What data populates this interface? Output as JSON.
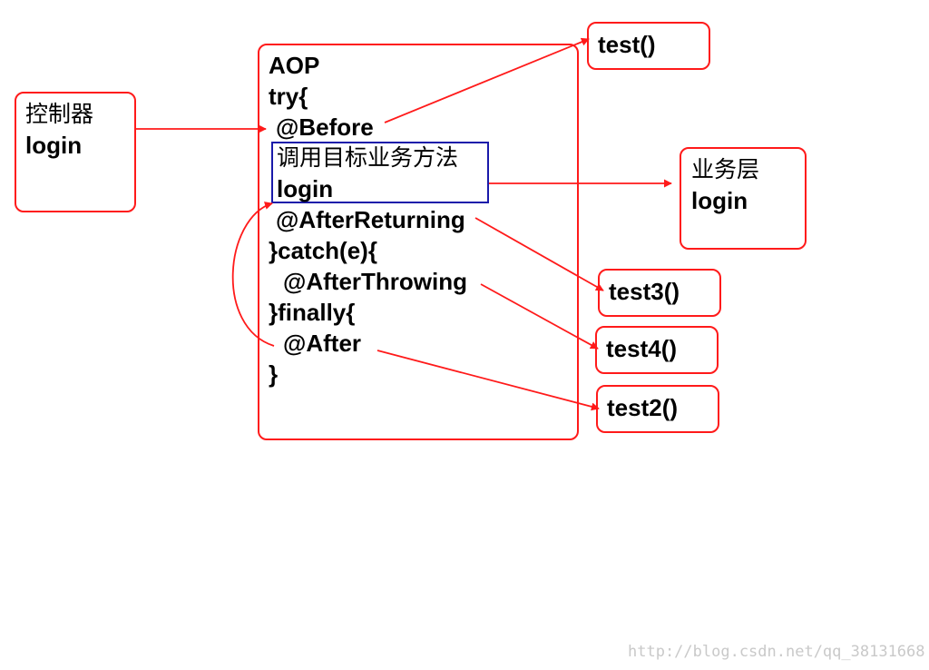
{
  "controller": {
    "title": "控制器",
    "method": "login"
  },
  "aop": {
    "title": "AOP",
    "try_open": "try{",
    "before": "@Before",
    "call_label": "调用目标业务方法",
    "call_method": "login",
    "after_returning": "@AfterReturning",
    "catch_open": "}catch(e){",
    "after_throwing": "@AfterThrowing",
    "finally_open": "}finally{",
    "after": "@After",
    "close": "}"
  },
  "service": {
    "title": "业务层",
    "method": "login"
  },
  "targets": {
    "test": "test()",
    "test3": "test3()",
    "test4": "test4()",
    "test2": "test2()"
  },
  "watermark": "http://blog.csdn.net/qq_38131668",
  "colors": {
    "red": "#ff1a1a",
    "blue": "#1a1aaa"
  }
}
